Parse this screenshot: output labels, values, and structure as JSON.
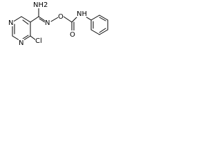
{
  "molecule": {
    "atoms": {
      "amine_nh2": "NH2",
      "oxime_n": "N",
      "oxime_o": "O",
      "carbamate_o": "O",
      "carbamate_nh": "NH",
      "ring_n_top": "N",
      "ring_n_bottom": "N",
      "chloro": "Cl"
    }
  }
}
